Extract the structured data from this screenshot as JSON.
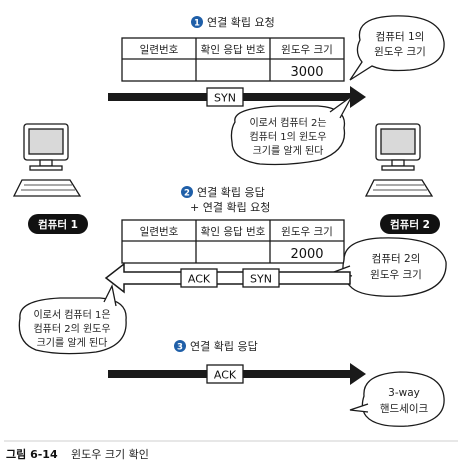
{
  "steps": [
    {
      "num": "1",
      "title": "연결 확립 요청",
      "title2": ""
    },
    {
      "num": "2",
      "title": "연결 확립 응답",
      "title2": "+ 연결 확립 요청"
    },
    {
      "num": "3",
      "title": "연결 확립 응답",
      "title2": ""
    }
  ],
  "table1": {
    "headers": [
      "일련번호",
      "확인 응답 번호",
      "윈도우 크기"
    ],
    "window_value": "3000"
  },
  "table2": {
    "headers": [
      "일련번호",
      "확인 응답 번호",
      "윈도우 크기"
    ],
    "window_value": "2000"
  },
  "arrows": {
    "syn1": "SYN",
    "ack2": "ACK",
    "syn2": "SYN",
    "ack3": "ACK"
  },
  "computers": {
    "left_label": "컴퓨터 1",
    "right_label": "컴퓨터 2"
  },
  "bubbles": {
    "pc1_window": [
      "컴퓨터 1의",
      "윈도우 크기"
    ],
    "pc2_knows": [
      "이로서 컴퓨터 2는",
      "컴퓨터 1의 윈도우",
      "크기를 알게 된다"
    ],
    "pc2_window": [
      "컴퓨터 2의",
      "윈도우 크기"
    ],
    "pc1_knows": [
      "이로서 컴퓨터 1은",
      "컴퓨터 2의 윈도우",
      "크기를 알게 된다"
    ],
    "threeway": [
      "3-way",
      "핸드세이크"
    ]
  },
  "caption": {
    "label": "그림 6-14",
    "text": "윈도우 크기 확인"
  },
  "colors": {
    "ink": "#1a1a1a",
    "step_circle": "#1f5fa8",
    "monitor_screen": "#d9d9d9",
    "label_pill": "#111111"
  }
}
